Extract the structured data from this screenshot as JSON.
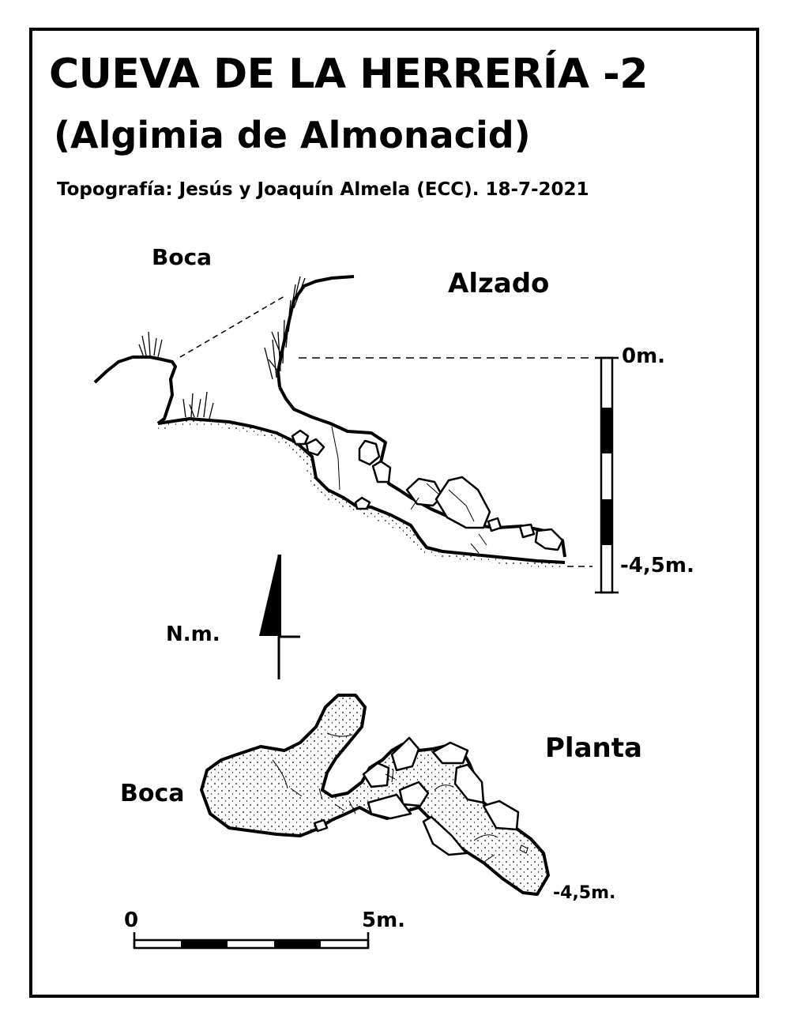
{
  "title": "CUEVA DE LA  HERRERÍA -2",
  "subtitle": "(Algimia de Almonacid)",
  "credits": "Topografía:  Jesús y Joaquín Almela  (ECC).   18-7-2021",
  "elevation": {
    "view_label": "Alzado",
    "entrance_label": "Boca",
    "depth_top_label": "0m.",
    "depth_bottom_label": "-4,5m."
  },
  "north": {
    "label": "N.m."
  },
  "plan": {
    "view_label": "Planta",
    "entrance_label": "Boca",
    "depth_label": "-4,5m."
  },
  "scale_bar": {
    "start_label": "0",
    "end_label": "5m."
  },
  "colors": {
    "ink": "#000000",
    "paper": "#ffffff"
  }
}
